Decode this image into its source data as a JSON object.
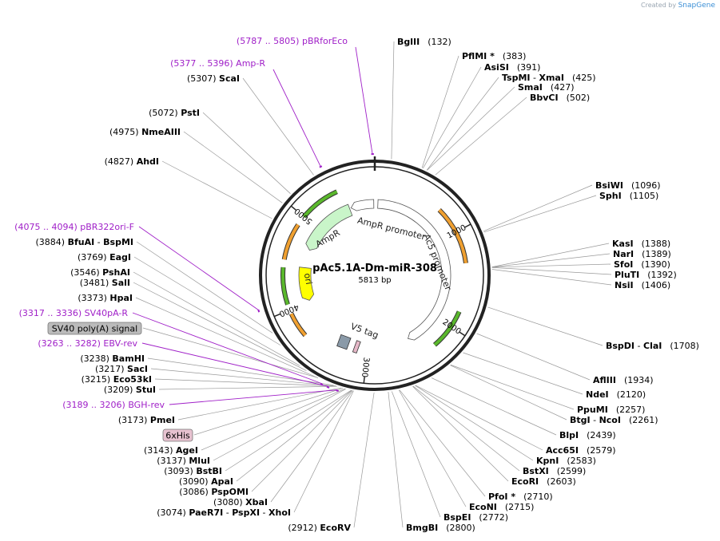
{
  "credit": {
    "prefix": "Created by",
    "brand": "SnapGene"
  },
  "plasmid": {
    "name": "pAc5.1A-Dm-miR-308",
    "size_label": "5813 bp",
    "length": 5813
  },
  "ticks": [
    {
      "pos": 1000,
      "label": "1000"
    },
    {
      "pos": 2000,
      "label": "2000"
    },
    {
      "pos": 3000,
      "label": "3000"
    },
    {
      "pos": 4000,
      "label": "4000"
    },
    {
      "pos": 5000,
      "label": "5000"
    }
  ],
  "right_enzymes": [
    {
      "name": "BglII",
      "pos": "(132)",
      "site": 132,
      "layout": "name-pos"
    },
    {
      "name": "PflMI *",
      "pos": "(383)",
      "site": 383,
      "layout": "name-pos"
    },
    {
      "name": "AsiSI",
      "pos": "(391)",
      "site": 391,
      "layout": "name-pos"
    },
    {
      "name": "TspMI",
      "name2": "XmaI",
      "pos": "(425)",
      "site": 425,
      "layout": "name-pos"
    },
    {
      "name": "SmaI",
      "pos": "(427)",
      "site": 427,
      "layout": "name-pos"
    },
    {
      "name": "BbvCI",
      "pos": "(502)",
      "site": 502,
      "layout": "name-pos"
    },
    {
      "name": "BsiWI",
      "pos": "(1096)",
      "site": 1096,
      "layout": "name-pos"
    },
    {
      "name": "SphI",
      "pos": "(1105)",
      "site": 1105,
      "layout": "name-pos"
    },
    {
      "name": "KasI",
      "pos": "(1388)",
      "site": 1388,
      "layout": "name-pos"
    },
    {
      "name": "NarI",
      "pos": "(1389)",
      "site": 1389,
      "layout": "name-pos"
    },
    {
      "name": "SfoI",
      "pos": "(1390)",
      "site": 1390,
      "layout": "name-pos"
    },
    {
      "name": "PluTI",
      "pos": "(1392)",
      "site": 1392,
      "layout": "name-pos"
    },
    {
      "name": "NsiI",
      "pos": "(1406)",
      "site": 1406,
      "layout": "name-pos"
    },
    {
      "name": "BspDI",
      "name2": "ClaI",
      "pos": "(1708)",
      "site": 1708,
      "layout": "name-pos"
    },
    {
      "name": "AflIII",
      "pos": "(1934)",
      "site": 1934,
      "layout": "name-pos"
    },
    {
      "name": "NdeI",
      "pos": "(2120)",
      "site": 2120,
      "layout": "name-pos"
    },
    {
      "name": "PpuMI",
      "pos": "(2257)",
      "site": 2257,
      "layout": "name-pos"
    },
    {
      "name": "BtgI",
      "name2": "NcoI",
      "pos": "(2261)",
      "site": 2261,
      "layout": "name-pos"
    },
    {
      "name": "BlpI",
      "pos": "(2439)",
      "site": 2439,
      "layout": "name-pos"
    },
    {
      "name": "Acc65I",
      "pos": "(2579)",
      "site": 2579,
      "layout": "name-pos"
    },
    {
      "name": "KpnI",
      "pos": "(2583)",
      "site": 2583,
      "layout": "name-pos"
    },
    {
      "name": "BstXI",
      "pos": "(2599)",
      "site": 2599,
      "layout": "name-pos"
    },
    {
      "name": "EcoRI",
      "pos": "(2603)",
      "site": 2603,
      "layout": "name-pos"
    },
    {
      "name": "PfoI *",
      "pos": "(2710)",
      "site": 2710,
      "layout": "name-pos"
    },
    {
      "name": "EcoNI",
      "pos": "(2715)",
      "site": 2715,
      "layout": "name-pos"
    },
    {
      "name": "BspEI",
      "pos": "(2772)",
      "site": 2772,
      "layout": "name-pos"
    },
    {
      "name": "BmgBI",
      "pos": "(2800)",
      "site": 2800,
      "layout": "name-pos"
    }
  ],
  "left_enzymes": [
    {
      "name": "ScaI",
      "pos": "(5307)",
      "site": 5307
    },
    {
      "name": "PstI",
      "pos": "(5072)",
      "site": 5072
    },
    {
      "name": "NmeAIII",
      "pos": "(4975)",
      "site": 4975
    },
    {
      "name": "AhdI",
      "pos": "(4827)",
      "site": 4827
    },
    {
      "name": "BfuAI",
      "name2": "BspMI",
      "pos": "(3884)",
      "site": 3884
    },
    {
      "name": "EagI",
      "pos": "(3769)",
      "site": 3769
    },
    {
      "name": "PshAI",
      "pos": "(3546)",
      "site": 3546
    },
    {
      "name": "SalI",
      "pos": "(3481)",
      "site": 3481
    },
    {
      "name": "HpaI",
      "pos": "(3373)",
      "site": 3373
    },
    {
      "name": "BamHI",
      "pos": "(3238)",
      "site": 3238
    },
    {
      "name": "SacI",
      "pos": "(3217)",
      "site": 3217
    },
    {
      "name": "Eco53kI",
      "pos": "(3215)",
      "site": 3215
    },
    {
      "name": "StuI",
      "pos": "(3209)",
      "site": 3209
    },
    {
      "name": "PmeI",
      "pos": "(3173)",
      "site": 3173
    },
    {
      "name": "AgeI",
      "pos": "(3143)",
      "site": 3143
    },
    {
      "name": "MluI",
      "pos": "(3137)",
      "site": 3137
    },
    {
      "name": "BstBI",
      "pos": "(3093)",
      "site": 3093
    },
    {
      "name": "ApaI",
      "pos": "(3090)",
      "site": 3090
    },
    {
      "name": "PspOMI",
      "pos": "(3086)",
      "site": 3086
    },
    {
      "name": "XbaI",
      "pos": "(3080)",
      "site": 3080
    },
    {
      "name": "PaeR7I",
      "name2": "PspXI",
      "name3": "XhoI",
      "pos": "(3074)",
      "site": 3074
    },
    {
      "name": "EcoRV",
      "pos": "(2912)",
      "site": 2912
    }
  ],
  "primers": [
    {
      "label": "(5787 .. 5805)  pBRforEco",
      "site": 5796
    },
    {
      "label": "(5377 .. 5396)  Amp-R",
      "site": 5386
    },
    {
      "label": "(4075 .. 4094)  pBR322ori-F",
      "site": 4084
    },
    {
      "label": "(3317 .. 3336)  SV40pA-R",
      "site": 3326
    },
    {
      "label": "(3263 .. 3282)  EBV-rev",
      "site": 3272
    },
    {
      "label": "(3189 .. 3206)  BGH-rev",
      "site": 3197
    }
  ],
  "boxed_features": [
    {
      "label": "SV40 poly(A) signal",
      "color": "#bbbbbb",
      "site": 3380
    },
    {
      "label": "6xHis",
      "color": "#e7c2d0",
      "site": 3160
    }
  ],
  "features": [
    {
      "label": "AmpR promoter",
      "start": 5510,
      "end": 5813,
      "color": "#ffffff",
      "type": "promoter"
    },
    {
      "label": "AmpR",
      "start": 4650,
      "end": 5510,
      "color": "#c9f5c9",
      "type": "cds"
    },
    {
      "label": "ori",
      "start": 3900,
      "end": 4480,
      "color": "#ffff00",
      "type": "origin"
    },
    {
      "label": "Ac5 promoter",
      "start": 60,
      "end": 2560,
      "color": "#ffffff",
      "type": "promoter"
    },
    {
      "label": "V5 tag",
      "start": 3040,
      "end": 3085,
      "color": "#e6b8c8",
      "type": "tag"
    }
  ],
  "colors": {
    "primer": "#a020c8",
    "backbone": "#222222",
    "orange_arc": "#f0a030",
    "green_arc": "#5ab82c"
  }
}
